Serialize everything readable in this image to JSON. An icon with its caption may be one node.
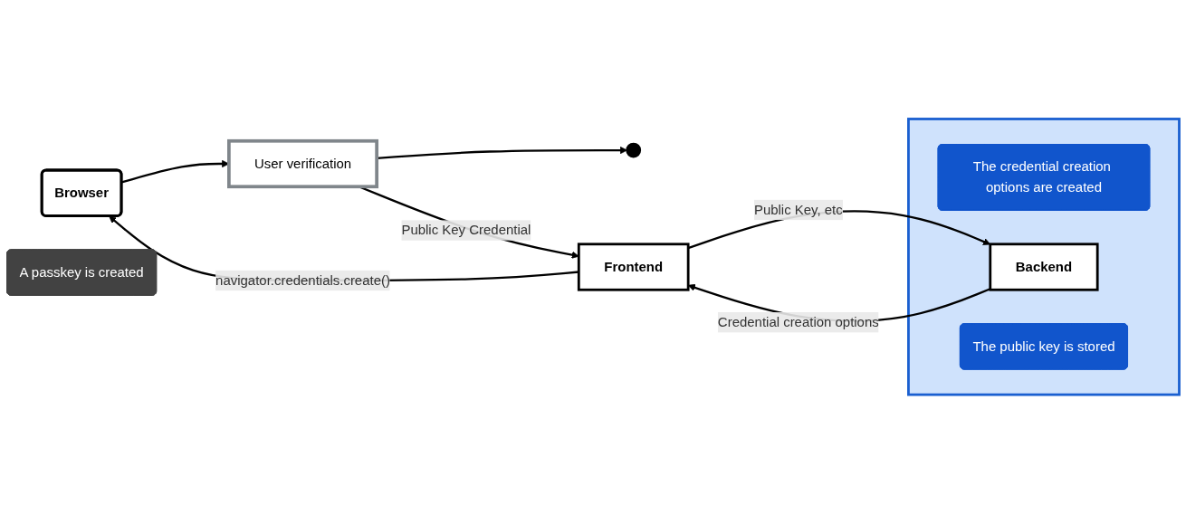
{
  "diagram": {
    "nodes": [
      {
        "text": [
          "Browser"
        ]
      },
      {
        "text": [
          "User verification"
        ]
      },
      {
        "text": [],
        "shape": "person"
      },
      {
        "text": [
          "A passkey is created"
        ]
      },
      {
        "text": [
          "Frontend"
        ]
      },
      {
        "text": [],
        "shape": "box"
      },
      {
        "text": [
          "The credential creation options are created"
        ],
        "in": 5
      },
      {
        "text": [
          "Backend"
        ],
        "in": 5
      },
      {
        "text": [
          "The public key is stored"
        ],
        "in": 5
      }
    ],
    "edges": [
      {
        "from": 0,
        "to": 1,
        "arrow": "to"
      },
      {
        "from": 1,
        "to": 2,
        "arrow": "to"
      },
      {
        "from": 4,
        "to": 0,
        "arrow": "to",
        "label": "navigator.credentials.create()"
      },
      {
        "from": 1,
        "to": 4,
        "arrow": "to",
        "label": "Public Key Credential"
      },
      {
        "from": 7,
        "to": 4,
        "arrow": "to",
        "label": "Credential creation options"
      },
      {
        "from": 4,
        "to": 7,
        "arrow": "to",
        "label": "Public Key, etc"
      }
    ]
  }
}
